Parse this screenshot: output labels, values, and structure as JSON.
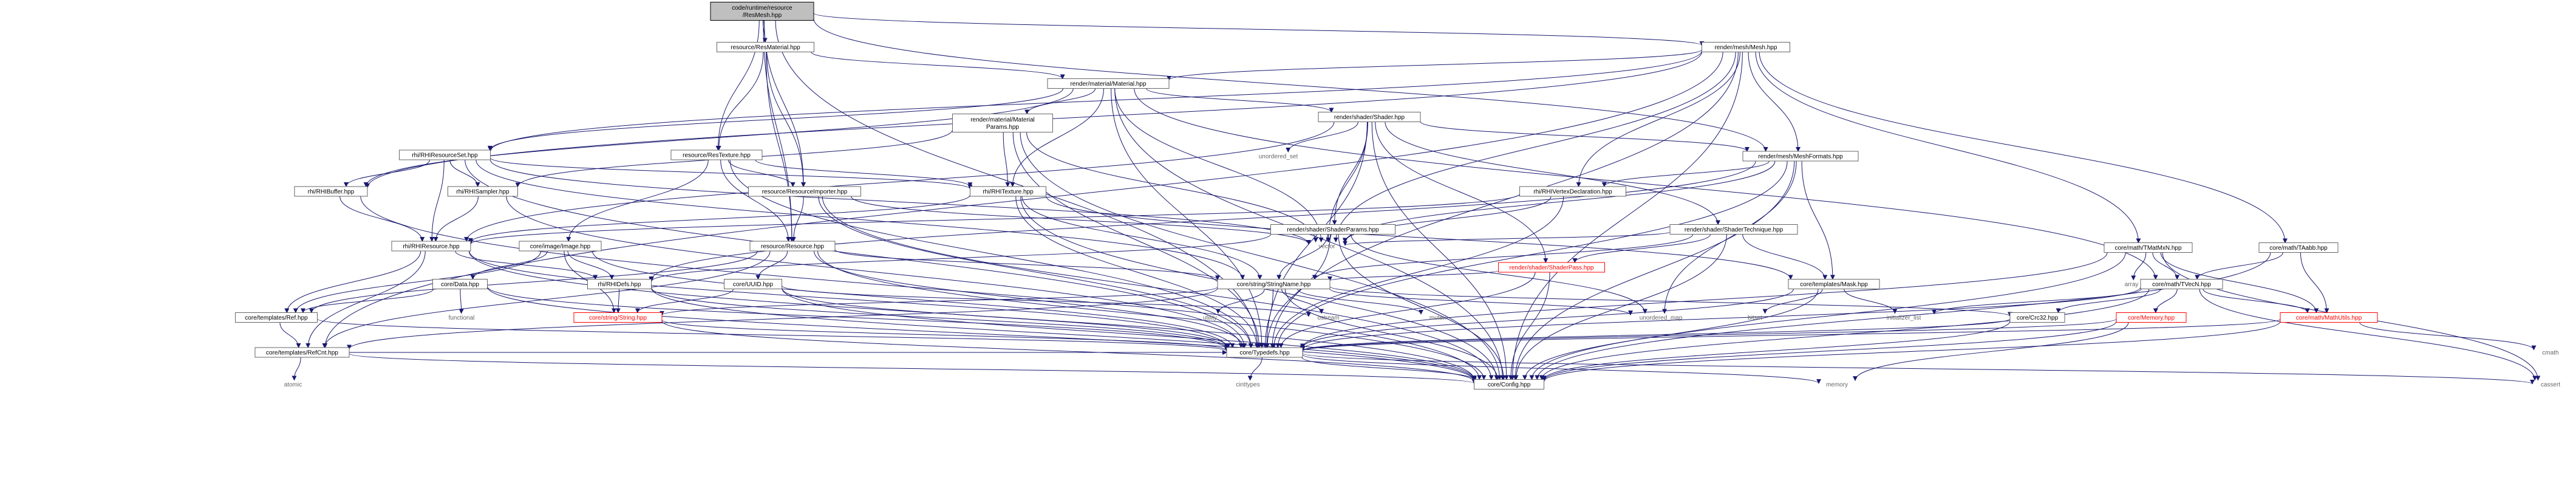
{
  "diagram": {
    "root": "core/runtime/resource/ResMesh.hpp",
    "colors": {
      "edge": "#191970",
      "root_fill": "#bfbfbf",
      "node_border": "#666666",
      "missing_border": "#ff0000",
      "system_text": "#666666"
    },
    "nodes": [
      {
        "id": "root",
        "lines": [
          "code/runtime/resource",
          "/ResMesh.hpp"
        ],
        "kind": "root"
      },
      {
        "id": "resmaterial",
        "lines": [
          "resource/ResMaterial.hpp"
        ],
        "kind": "file"
      },
      {
        "id": "mesh",
        "lines": [
          "render/mesh/Mesh.hpp"
        ],
        "kind": "file"
      },
      {
        "id": "material",
        "lines": [
          "render/material/Material.hpp"
        ],
        "kind": "file"
      },
      {
        "id": "matparams",
        "lines": [
          "render/material/Material",
          "Params.hpp"
        ],
        "kind": "file"
      },
      {
        "id": "shader",
        "lines": [
          "render/shader/Shader.hpp"
        ],
        "kind": "file"
      },
      {
        "id": "unordered_set",
        "lines": [
          "unordered_set"
        ],
        "kind": "system"
      },
      {
        "id": "meshformats",
        "lines": [
          "render/mesh/MeshFormats.hpp"
        ],
        "kind": "file"
      },
      {
        "id": "rhiresourceset",
        "lines": [
          "rhi/RHIResourceSet.hpp"
        ],
        "kind": "file"
      },
      {
        "id": "restexture",
        "lines": [
          "resource/ResTexture.hpp"
        ],
        "kind": "file"
      },
      {
        "id": "rhibuffer",
        "lines": [
          "rhi/RHIBuffer.hpp"
        ],
        "kind": "file"
      },
      {
        "id": "rhisampler",
        "lines": [
          "rhi/RHISampler.hpp"
        ],
        "kind": "file"
      },
      {
        "id": "resimporter",
        "lines": [
          "resource/ResourceImporter.hpp"
        ],
        "kind": "file"
      },
      {
        "id": "rhitexture",
        "lines": [
          "rhi/RHITexture.hpp"
        ],
        "kind": "file"
      },
      {
        "id": "shaderparams",
        "lines": [
          "render/shader/ShaderParams.hpp"
        ],
        "kind": "file"
      },
      {
        "id": "rhivertexdecl",
        "lines": [
          "rhi/RHIVertexDeclaration.hpp"
        ],
        "kind": "file"
      },
      {
        "id": "shadertechnique",
        "lines": [
          "render/shader/ShaderTechnique.hpp"
        ],
        "kind": "file"
      },
      {
        "id": "vector",
        "lines": [
          "vector"
        ],
        "kind": "system"
      },
      {
        "id": "rhiresource",
        "lines": [
          "rhi/RHIResource.hpp"
        ],
        "kind": "file"
      },
      {
        "id": "image",
        "lines": [
          "core/image/Image.hpp"
        ],
        "kind": "file"
      },
      {
        "id": "resource",
        "lines": [
          "resource/Resource.hpp"
        ],
        "kind": "file"
      },
      {
        "id": "shaderpass",
        "lines": [
          "render/shader/ShaderPass.hpp"
        ],
        "kind": "missing"
      },
      {
        "id": "tmatmxn",
        "lines": [
          "core/math/TMatMxN.hpp"
        ],
        "kind": "file"
      },
      {
        "id": "taabb",
        "lines": [
          "core/math/TAabb.hpp"
        ],
        "kind": "file"
      },
      {
        "id": "data",
        "lines": [
          "core/Data.hpp"
        ],
        "kind": "file"
      },
      {
        "id": "rhidefs",
        "lines": [
          "rhi/RHIDefs.hpp"
        ],
        "kind": "file"
      },
      {
        "id": "uuid",
        "lines": [
          "core/UUID.hpp"
        ],
        "kind": "file"
      },
      {
        "id": "stringname",
        "lines": [
          "core/string/StringName.hpp"
        ],
        "kind": "file"
      },
      {
        "id": "mask",
        "lines": [
          "core/templates/Mask.hpp"
        ],
        "kind": "file"
      },
      {
        "id": "array",
        "lines": [
          "array"
        ],
        "kind": "system"
      },
      {
        "id": "tvecn",
        "lines": [
          "core/math/TVecN.hpp"
        ],
        "kind": "file"
      },
      {
        "id": "ref",
        "lines": [
          "core/templates/Ref.hpp"
        ],
        "kind": "file"
      },
      {
        "id": "functional",
        "lines": [
          "functional"
        ],
        "kind": "system"
      },
      {
        "id": "string",
        "lines": [
          "core/string/String.hpp"
        ],
        "kind": "missing"
      },
      {
        "id": "utility",
        "lines": [
          "utility"
        ],
        "kind": "system"
      },
      {
        "id": "ostream",
        "lines": [
          "ostream"
        ],
        "kind": "system"
      },
      {
        "id": "mutex",
        "lines": [
          "mutex"
        ],
        "kind": "system"
      },
      {
        "id": "unordered_map",
        "lines": [
          "unordered_map"
        ],
        "kind": "system"
      },
      {
        "id": "bitset",
        "lines": [
          "bitset"
        ],
        "kind": "system"
      },
      {
        "id": "initializer_list",
        "lines": [
          "initializer_list"
        ],
        "kind": "system"
      },
      {
        "id": "crc32",
        "lines": [
          "core/Crc32.hpp"
        ],
        "kind": "file"
      },
      {
        "id": "memory_h",
        "lines": [
          "core/Memory.hpp"
        ],
        "kind": "missing"
      },
      {
        "id": "mathutils",
        "lines": [
          "core/math/MathUtils.hpp"
        ],
        "kind": "missing"
      },
      {
        "id": "refcnt",
        "lines": [
          "core/templates/RefCnt.hpp"
        ],
        "kind": "file"
      },
      {
        "id": "typedefs",
        "lines": [
          "core/Typedefs.hpp"
        ],
        "kind": "file"
      },
      {
        "id": "atomic",
        "lines": [
          "atomic"
        ],
        "kind": "system"
      },
      {
        "id": "cmath",
        "lines": [
          "cmath"
        ],
        "kind": "system"
      },
      {
        "id": "cinttypes",
        "lines": [
          "cinttypes"
        ],
        "kind": "system"
      },
      {
        "id": "config",
        "lines": [
          "core/Config.hpp"
        ],
        "kind": "file"
      },
      {
        "id": "memory",
        "lines": [
          "memory"
        ],
        "kind": "system"
      },
      {
        "id": "cassert",
        "lines": [
          "cassert"
        ],
        "kind": "system"
      }
    ],
    "edges": [
      [
        "root",
        "resmaterial"
      ],
      [
        "root",
        "mesh"
      ],
      [
        "root",
        "restexture"
      ],
      [
        "root",
        "resimporter"
      ],
      [
        "root",
        "resource"
      ],
      [
        "root",
        "meshformats"
      ],
      [
        "root",
        "typedefs"
      ],
      [
        "resmaterial",
        "material"
      ],
      [
        "resmaterial",
        "restexture"
      ],
      [
        "resmaterial",
        "resimporter"
      ],
      [
        "resmaterial",
        "resource"
      ],
      [
        "mesh",
        "material"
      ],
      [
        "mesh",
        "meshformats"
      ],
      [
        "mesh",
        "rhibuffer"
      ],
      [
        "mesh",
        "rhivertexdecl"
      ],
      [
        "mesh",
        "taabb"
      ],
      [
        "mesh",
        "vector"
      ],
      [
        "mesh",
        "refcnt"
      ],
      [
        "mesh",
        "typedefs"
      ],
      [
        "mesh",
        "config"
      ],
      [
        "mesh",
        "tmatmxn"
      ],
      [
        "mesh",
        "rhiresourceset"
      ],
      [
        "material",
        "matparams"
      ],
      [
        "material",
        "shader"
      ],
      [
        "material",
        "rhiresourceset"
      ],
      [
        "material",
        "rhitexture"
      ],
      [
        "material",
        "tvecn"
      ],
      [
        "material",
        "vector"
      ],
      [
        "material",
        "typedefs"
      ],
      [
        "material",
        "config"
      ],
      [
        "material",
        "rhibuffer"
      ],
      [
        "matparams",
        "rhisampler"
      ],
      [
        "matparams",
        "rhitexture"
      ],
      [
        "matparams",
        "vector"
      ],
      [
        "matparams",
        "typedefs"
      ],
      [
        "matparams",
        "config"
      ],
      [
        "shader",
        "unordered_set"
      ],
      [
        "shader",
        "meshformats"
      ],
      [
        "shader",
        "shaderparams"
      ],
      [
        "shader",
        "shadertechnique"
      ],
      [
        "shader",
        "vector"
      ],
      [
        "shader",
        "typedefs"
      ],
      [
        "shader",
        "config"
      ],
      [
        "shader",
        "shaderpass"
      ],
      [
        "shader",
        "rhiresource"
      ],
      [
        "meshformats",
        "rhivertexdecl"
      ],
      [
        "meshformats",
        "vector"
      ],
      [
        "meshformats",
        "mask"
      ],
      [
        "meshformats",
        "typedefs"
      ],
      [
        "meshformats",
        "config"
      ],
      [
        "meshformats",
        "unordered_map"
      ],
      [
        "meshformats",
        "rhidefs"
      ],
      [
        "rhiresourceset",
        "rhibuffer"
      ],
      [
        "rhiresourceset",
        "rhisampler"
      ],
      [
        "rhiresourceset",
        "rhitexture"
      ],
      [
        "rhiresourceset",
        "rhiresource"
      ],
      [
        "rhiresourceset",
        "vector"
      ],
      [
        "rhiresourceset",
        "stringname"
      ],
      [
        "rhiresourceset",
        "typedefs"
      ],
      [
        "restexture",
        "image"
      ],
      [
        "restexture",
        "rhitexture"
      ],
      [
        "restexture",
        "resource"
      ],
      [
        "restexture",
        "resimporter"
      ],
      [
        "restexture",
        "typedefs"
      ],
      [
        "rhibuffer",
        "rhiresource"
      ],
      [
        "rhibuffer",
        "config"
      ],
      [
        "rhisampler",
        "rhiresource"
      ],
      [
        "rhisampler",
        "typedefs"
      ],
      [
        "resimporter",
        "resource"
      ],
      [
        "resimporter",
        "vector"
      ],
      [
        "resimporter",
        "typedefs"
      ],
      [
        "resimporter",
        "config"
      ],
      [
        "rhitexture",
        "rhiresource"
      ],
      [
        "rhitexture",
        "mask"
      ],
      [
        "rhitexture",
        "typedefs"
      ],
      [
        "rhitexture",
        "config"
      ],
      [
        "rhitexture",
        "stringname"
      ],
      [
        "shaderparams",
        "stringname"
      ],
      [
        "shaderparams",
        "vector"
      ],
      [
        "shaderparams",
        "rhidefs"
      ],
      [
        "shaderparams",
        "typedefs"
      ],
      [
        "shaderparams",
        "unordered_map"
      ],
      [
        "shaderparams",
        "config"
      ],
      [
        "rhivertexdecl",
        "rhiresource"
      ],
      [
        "rhivertexdecl",
        "vector"
      ],
      [
        "rhivertexdecl",
        "typedefs"
      ],
      [
        "shadertechnique",
        "shaderpass"
      ],
      [
        "shadertechnique",
        "mask"
      ],
      [
        "shadertechnique",
        "stringname"
      ],
      [
        "shadertechnique",
        "vector"
      ],
      [
        "shadertechnique",
        "config"
      ],
      [
        "rhiresource",
        "rhidefs"
      ],
      [
        "rhiresource",
        "ref"
      ],
      [
        "rhiresource",
        "refcnt"
      ],
      [
        "rhiresource",
        "typedefs"
      ],
      [
        "rhiresource",
        "config"
      ],
      [
        "image",
        "data"
      ],
      [
        "image",
        "rhidefs"
      ],
      [
        "image",
        "ref"
      ],
      [
        "image",
        "typedefs"
      ],
      [
        "image",
        "string"
      ],
      [
        "resource",
        "uuid"
      ],
      [
        "resource",
        "stringname"
      ],
      [
        "resource",
        "ref"
      ],
      [
        "resource",
        "refcnt"
      ],
      [
        "resource",
        "typedefs"
      ],
      [
        "resource",
        "config"
      ],
      [
        "shaderpass",
        "stringname"
      ],
      [
        "shaderpass",
        "typedefs"
      ],
      [
        "shaderpass",
        "config"
      ],
      [
        "tmatmxn",
        "tvecn"
      ],
      [
        "tmatmxn",
        "array"
      ],
      [
        "tmatmxn",
        "mathutils"
      ],
      [
        "tmatmxn",
        "typedefs"
      ],
      [
        "tmatmxn",
        "config"
      ],
      [
        "tmatmxn",
        "cassert"
      ],
      [
        "taabb",
        "tvecn"
      ],
      [
        "taabb",
        "mathutils"
      ],
      [
        "taabb",
        "config"
      ],
      [
        "data",
        "ref"
      ],
      [
        "data",
        "functional"
      ],
      [
        "data",
        "typedefs"
      ],
      [
        "data",
        "config"
      ],
      [
        "rhidefs",
        "string"
      ],
      [
        "rhidefs",
        "typedefs"
      ],
      [
        "rhidefs",
        "config"
      ],
      [
        "uuid",
        "string"
      ],
      [
        "uuid",
        "ostream"
      ],
      [
        "uuid",
        "typedefs"
      ],
      [
        "uuid",
        "config"
      ],
      [
        "stringname",
        "string"
      ],
      [
        "stringname",
        "utility"
      ],
      [
        "stringname",
        "ostream"
      ],
      [
        "stringname",
        "mutex"
      ],
      [
        "stringname",
        "unordered_map"
      ],
      [
        "stringname",
        "typedefs"
      ],
      [
        "stringname",
        "config"
      ],
      [
        "stringname",
        "refcnt"
      ],
      [
        "stringname",
        "crc32"
      ],
      [
        "mask",
        "bitset"
      ],
      [
        "mask",
        "initializer_list"
      ],
      [
        "mask",
        "typedefs"
      ],
      [
        "mask",
        "config"
      ],
      [
        "tvecn",
        "initializer_list"
      ],
      [
        "tvecn",
        "crc32"
      ],
      [
        "tvecn",
        "memory_h"
      ],
      [
        "tvecn",
        "mathutils"
      ],
      [
        "tvecn",
        "typedefs"
      ],
      [
        "tvecn",
        "config"
      ],
      [
        "tvecn",
        "cassert"
      ],
      [
        "ref",
        "refcnt"
      ],
      [
        "ref",
        "typedefs"
      ],
      [
        "string",
        "typedefs"
      ],
      [
        "string",
        "config"
      ],
      [
        "crc32",
        "typedefs"
      ],
      [
        "crc32",
        "config"
      ],
      [
        "memory_h",
        "memory"
      ],
      [
        "memory_h",
        "config"
      ],
      [
        "memory_h",
        "typedefs"
      ],
      [
        "mathutils",
        "cmath"
      ],
      [
        "mathutils",
        "config"
      ],
      [
        "mathutils",
        "typedefs"
      ],
      [
        "refcnt",
        "atomic"
      ],
      [
        "refcnt",
        "typedefs"
      ],
      [
        "refcnt",
        "config"
      ],
      [
        "typedefs",
        "cinttypes"
      ],
      [
        "typedefs",
        "config"
      ],
      [
        "typedefs",
        "memory"
      ],
      [
        "typedefs",
        "cassert"
      ]
    ]
  }
}
